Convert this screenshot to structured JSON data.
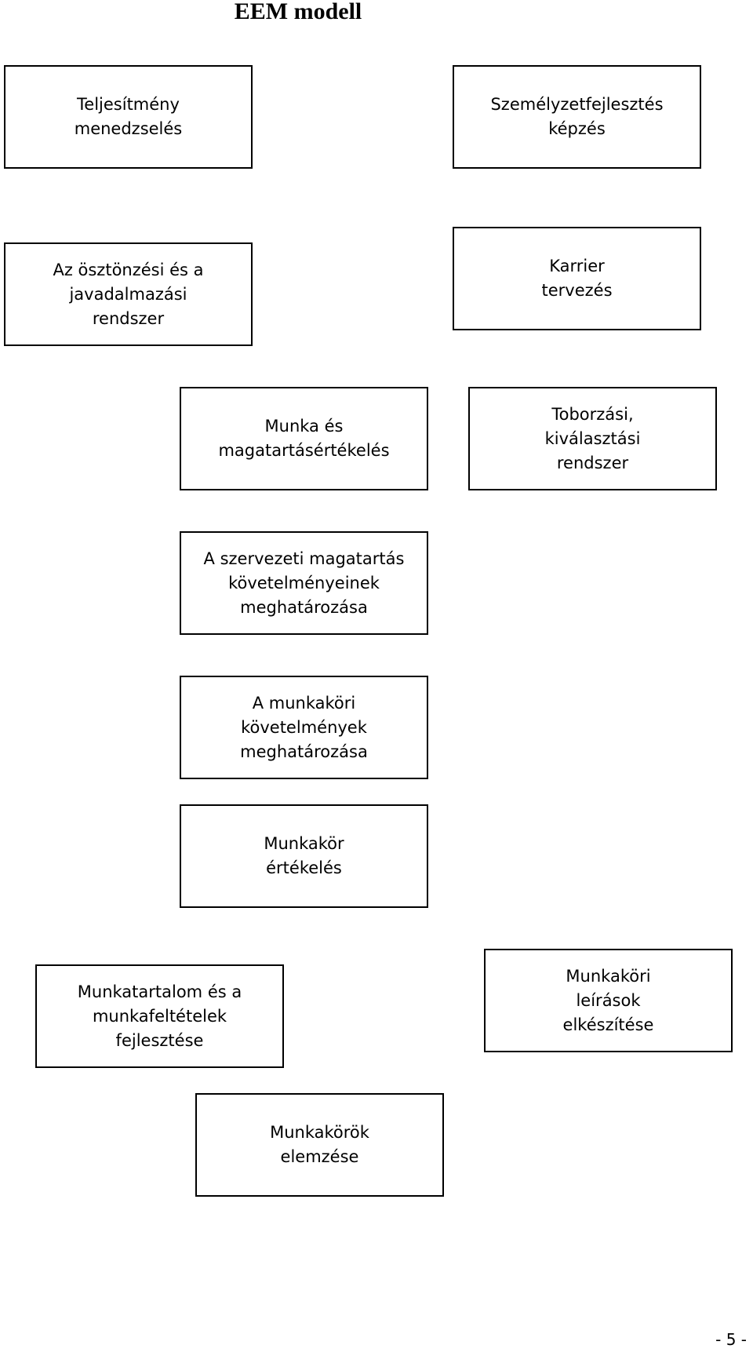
{
  "title": "EEM modell",
  "boxes": {
    "teljesitmeny": "Teljesítmény\nmenedzselés",
    "szemelyzet": "Személyzetfejlesztés\nképzés",
    "osztonzes": "Az ösztönzési és a\njavadalmazási\nrendszer",
    "karrier": "Karrier\ntervezés",
    "munka": "Munka és\nmagatartásértékelés",
    "toborzas": "Toborzási,\nkiválasztási\nrendszer",
    "szervezeti": "A szervezeti magatartás\nkövetelményeinek\nmeghatározása",
    "munkakori": "A munkaköri\nkövetelmények\nmeghatározása",
    "ertekeles": "Munkakör\nértékelés",
    "tartalom": "Munkatartalom és a\nmunkafeltételek\nfejlesztése",
    "leirasok": "Munkaköri\nleírások\nelkészítése",
    "elemzes": "Munkakörök\nelemzése"
  },
  "page_number": "- 5 -"
}
